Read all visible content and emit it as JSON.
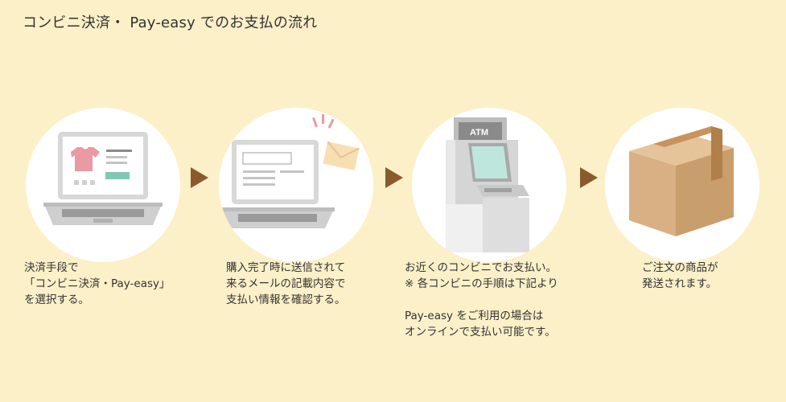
{
  "title": "コンビニ決済・ Pay-easy でのお支払の流れ",
  "colors": {
    "background": "#fcf0c9",
    "circle": "#ffffff",
    "arrow": "#8b5a2b",
    "text": "#333333"
  },
  "steps": [
    {
      "icon": "laptop-tshirt-icon",
      "lines": [
        "決済手段で",
        "「コンビニ決済・Pay-easy」",
        "を選択する。"
      ]
    },
    {
      "icon": "laptop-mail-icon",
      "lines": [
        "購入完了時に送信されて",
        "来るメールの記載内容で",
        "支払い情報を確認する。"
      ]
    },
    {
      "icon": "atm-icon",
      "lines": [
        "お近くのコンビニでお支払い。",
        "※ 各コンビニの手順は下記より"
      ],
      "lines2": [
        "Pay-easy をご利用の場合は",
        "オンラインで支払い可能です。"
      ],
      "atm_label": "ATM"
    },
    {
      "icon": "cardboard-box-icon",
      "lines": [
        "ご注文の商品が",
        "発送されます。"
      ]
    }
  ]
}
